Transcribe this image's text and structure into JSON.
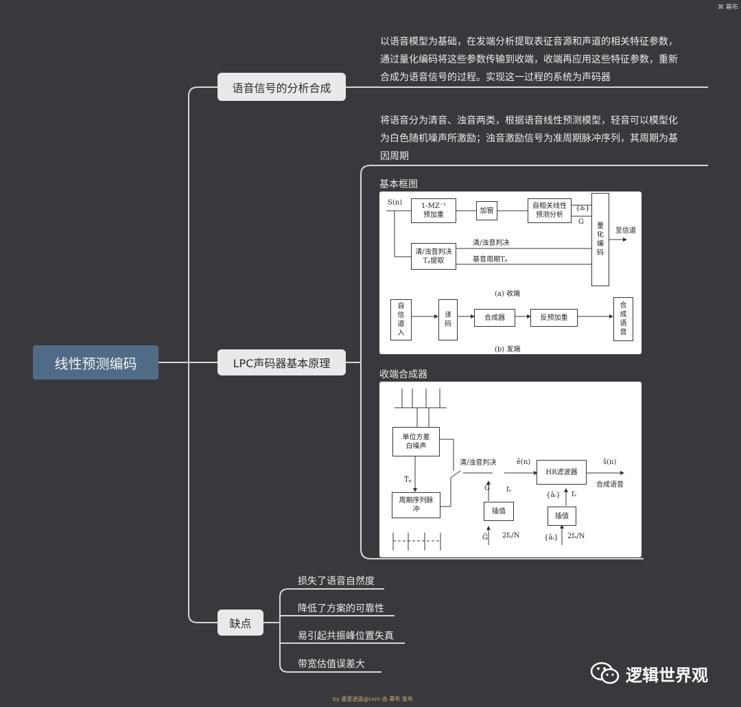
{
  "topbar": {
    "label": "幕布"
  },
  "root": {
    "label": "线性预测编码"
  },
  "branch1": {
    "label": "语音信号的分析合成",
    "description": [
      "以语音模型为基础，在发端分析提取表征音源和声道的相关特征参数，",
      "通过量化编码将这些参数传输到收端，收端再应用这些特征参数，重新",
      "合成为语音信号的过程。实现这一过程的系统为声码器"
    ]
  },
  "branch2": {
    "label": "LPC声码器基本原理",
    "description": [
      "将语音分为清音、浊音两类，根据语音线性预测模型，轻音可以模型化",
      "为白色随机噪声所激励；浊音激励信号为准周期脉冲序列，其周期为基",
      "因周期"
    ],
    "diagram1_title": "基本框图",
    "diagram2_title": "收端合成器"
  },
  "fig_a": {
    "input": "S(n)",
    "preemph": [
      "1-MZ⁻¹",
      "预加重"
    ],
    "window": "加窗",
    "lpa": [
      "自相关线性",
      "预测分析"
    ],
    "coef": "{aᵢ}",
    "gain": "G",
    "quant": [
      "量",
      "化",
      "编",
      "码"
    ],
    "output": "至信道",
    "vuv": [
      "清/浊音判决",
      "Tₚ提取"
    ],
    "vuv_line": "清/浊音判决",
    "pitch_line": "基音周期Tₚ",
    "caption": "(a)  收端"
  },
  "fig_b": {
    "from_channel": [
      "自",
      "信",
      "道",
      "入"
    ],
    "decode": [
      "译",
      "码"
    ],
    "synth": "合成器",
    "deemph": "反预加重",
    "out": [
      "合",
      "成",
      "语",
      "音"
    ],
    "caption": "(b)  发端"
  },
  "fig_c": {
    "noise": [
      "单位方差",
      "白噪声"
    ],
    "pulse": [
      "周期序列脉",
      "冲"
    ],
    "tp": "T̂ₚ",
    "switch": "清/浊音判决",
    "e": "ê(n)",
    "filter": "HR滤波器",
    "s": "ŝ(n)",
    "out": "合成语音",
    "g_hat": "Ĝ",
    "fs1": "fₛ",
    "interp1": "插值",
    "g_hat2": "Ĝ",
    "rate1": "2fₛ/N",
    "a_hat": "{âᵢ}",
    "fs2": "fₛ",
    "interp2": "插值",
    "a_hat2": "{âᵢ}",
    "rate2": "2fₛ/N"
  },
  "branch3": {
    "label": "缺点",
    "items": [
      "损失了语音自然度",
      "降低了方案的可靠性",
      "易引起共振峰位置失真",
      "带宽估值误差大"
    ]
  },
  "watermark": {
    "text": "逻辑世界观"
  },
  "footer": {
    "text": "by 墨萱逍遥@cxm 由 幕布 发布"
  }
}
